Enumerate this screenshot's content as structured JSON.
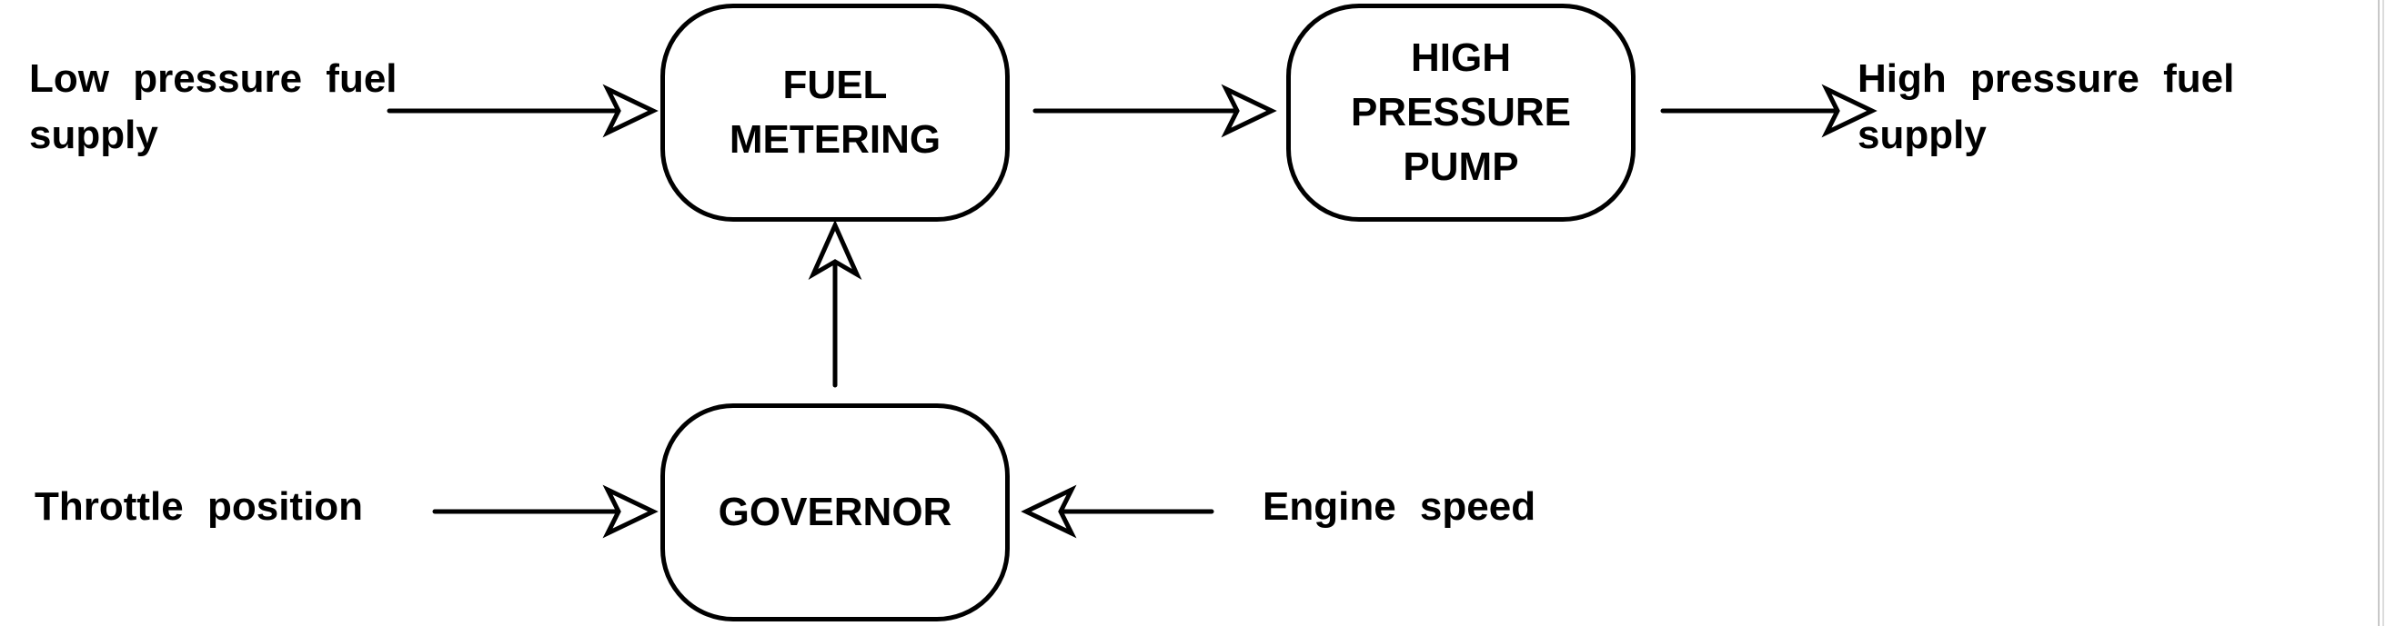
{
  "inputs": {
    "low_pressure_line1": "Low pressure fuel",
    "low_pressure_line2": "supply",
    "throttle": "Throttle position",
    "engine_speed": "Engine speed"
  },
  "outputs": {
    "high_pressure_line1": "High pressure fuel",
    "high_pressure_line2": "supply"
  },
  "blocks": {
    "fuel_metering": "FUEL\nMETERING",
    "high_pressure_pump": "HIGH\nPRESSURE\nPUMP",
    "governor": "GOVERNOR"
  },
  "colors": {
    "stroke": "#000000",
    "background": "#ffffff"
  }
}
